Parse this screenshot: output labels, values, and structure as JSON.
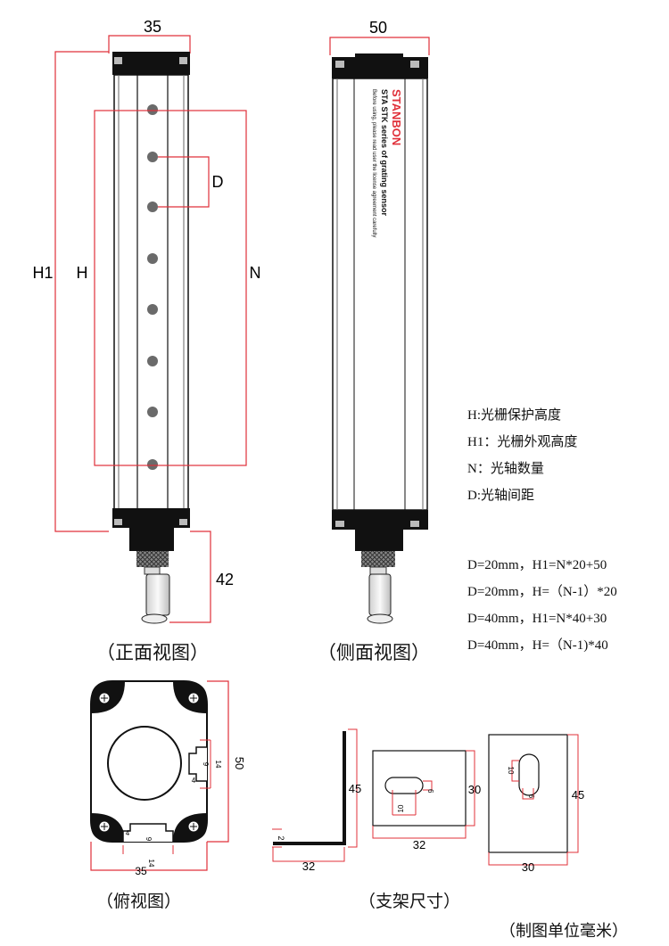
{
  "front": {
    "width_label": "35",
    "h1_label": "H1",
    "h_label": "H",
    "n_label": "N",
    "d_label": "D",
    "connector_label": "42",
    "caption": "（正面视图）"
  },
  "side": {
    "width_label": "50",
    "brand": "STANBON",
    "series": "STA STK series of grating sensor",
    "warning": "Before using, please read user the license agreement carefully",
    "caption": "（侧面视图）"
  },
  "legend": [
    "H:光栅保护高度",
    "H1：光栅外观高度",
    "N：光轴数量",
    "D:光轴间距"
  ],
  "formulas": [
    "D=20mm，H1=N*20+50",
    "D=20mm，H=（N-1）*20",
    "D=40mm，H1=N*40+30",
    "D=40mm，H=（N-1)*40"
  ],
  "top_view": {
    "height_label": "50",
    "width_label": "35",
    "dim_14_right": "14",
    "dim_9_right": "9",
    "dim_4_right": "4",
    "dim_4_bottom": "4",
    "dim_9_bottom": "9",
    "dim_14_bottom": "14",
    "caption": "（俯视图）"
  },
  "bracket": {
    "height_45": "45",
    "thick_2": "2",
    "base_32": "32",
    "plate1_height": "30",
    "plate1_width": "32",
    "plate1_slot_6": "6",
    "plate1_slot_10": "10",
    "plate2_height": "45",
    "plate2_width": "30",
    "plate2_slot_10": "10",
    "plate2_slot_6": "6",
    "caption": "（支架尺寸）"
  },
  "unit_note": "（制图单位毫米）",
  "colors": {
    "dimension": "#e0303a",
    "body": "#111111",
    "brand": "#e0303a"
  }
}
